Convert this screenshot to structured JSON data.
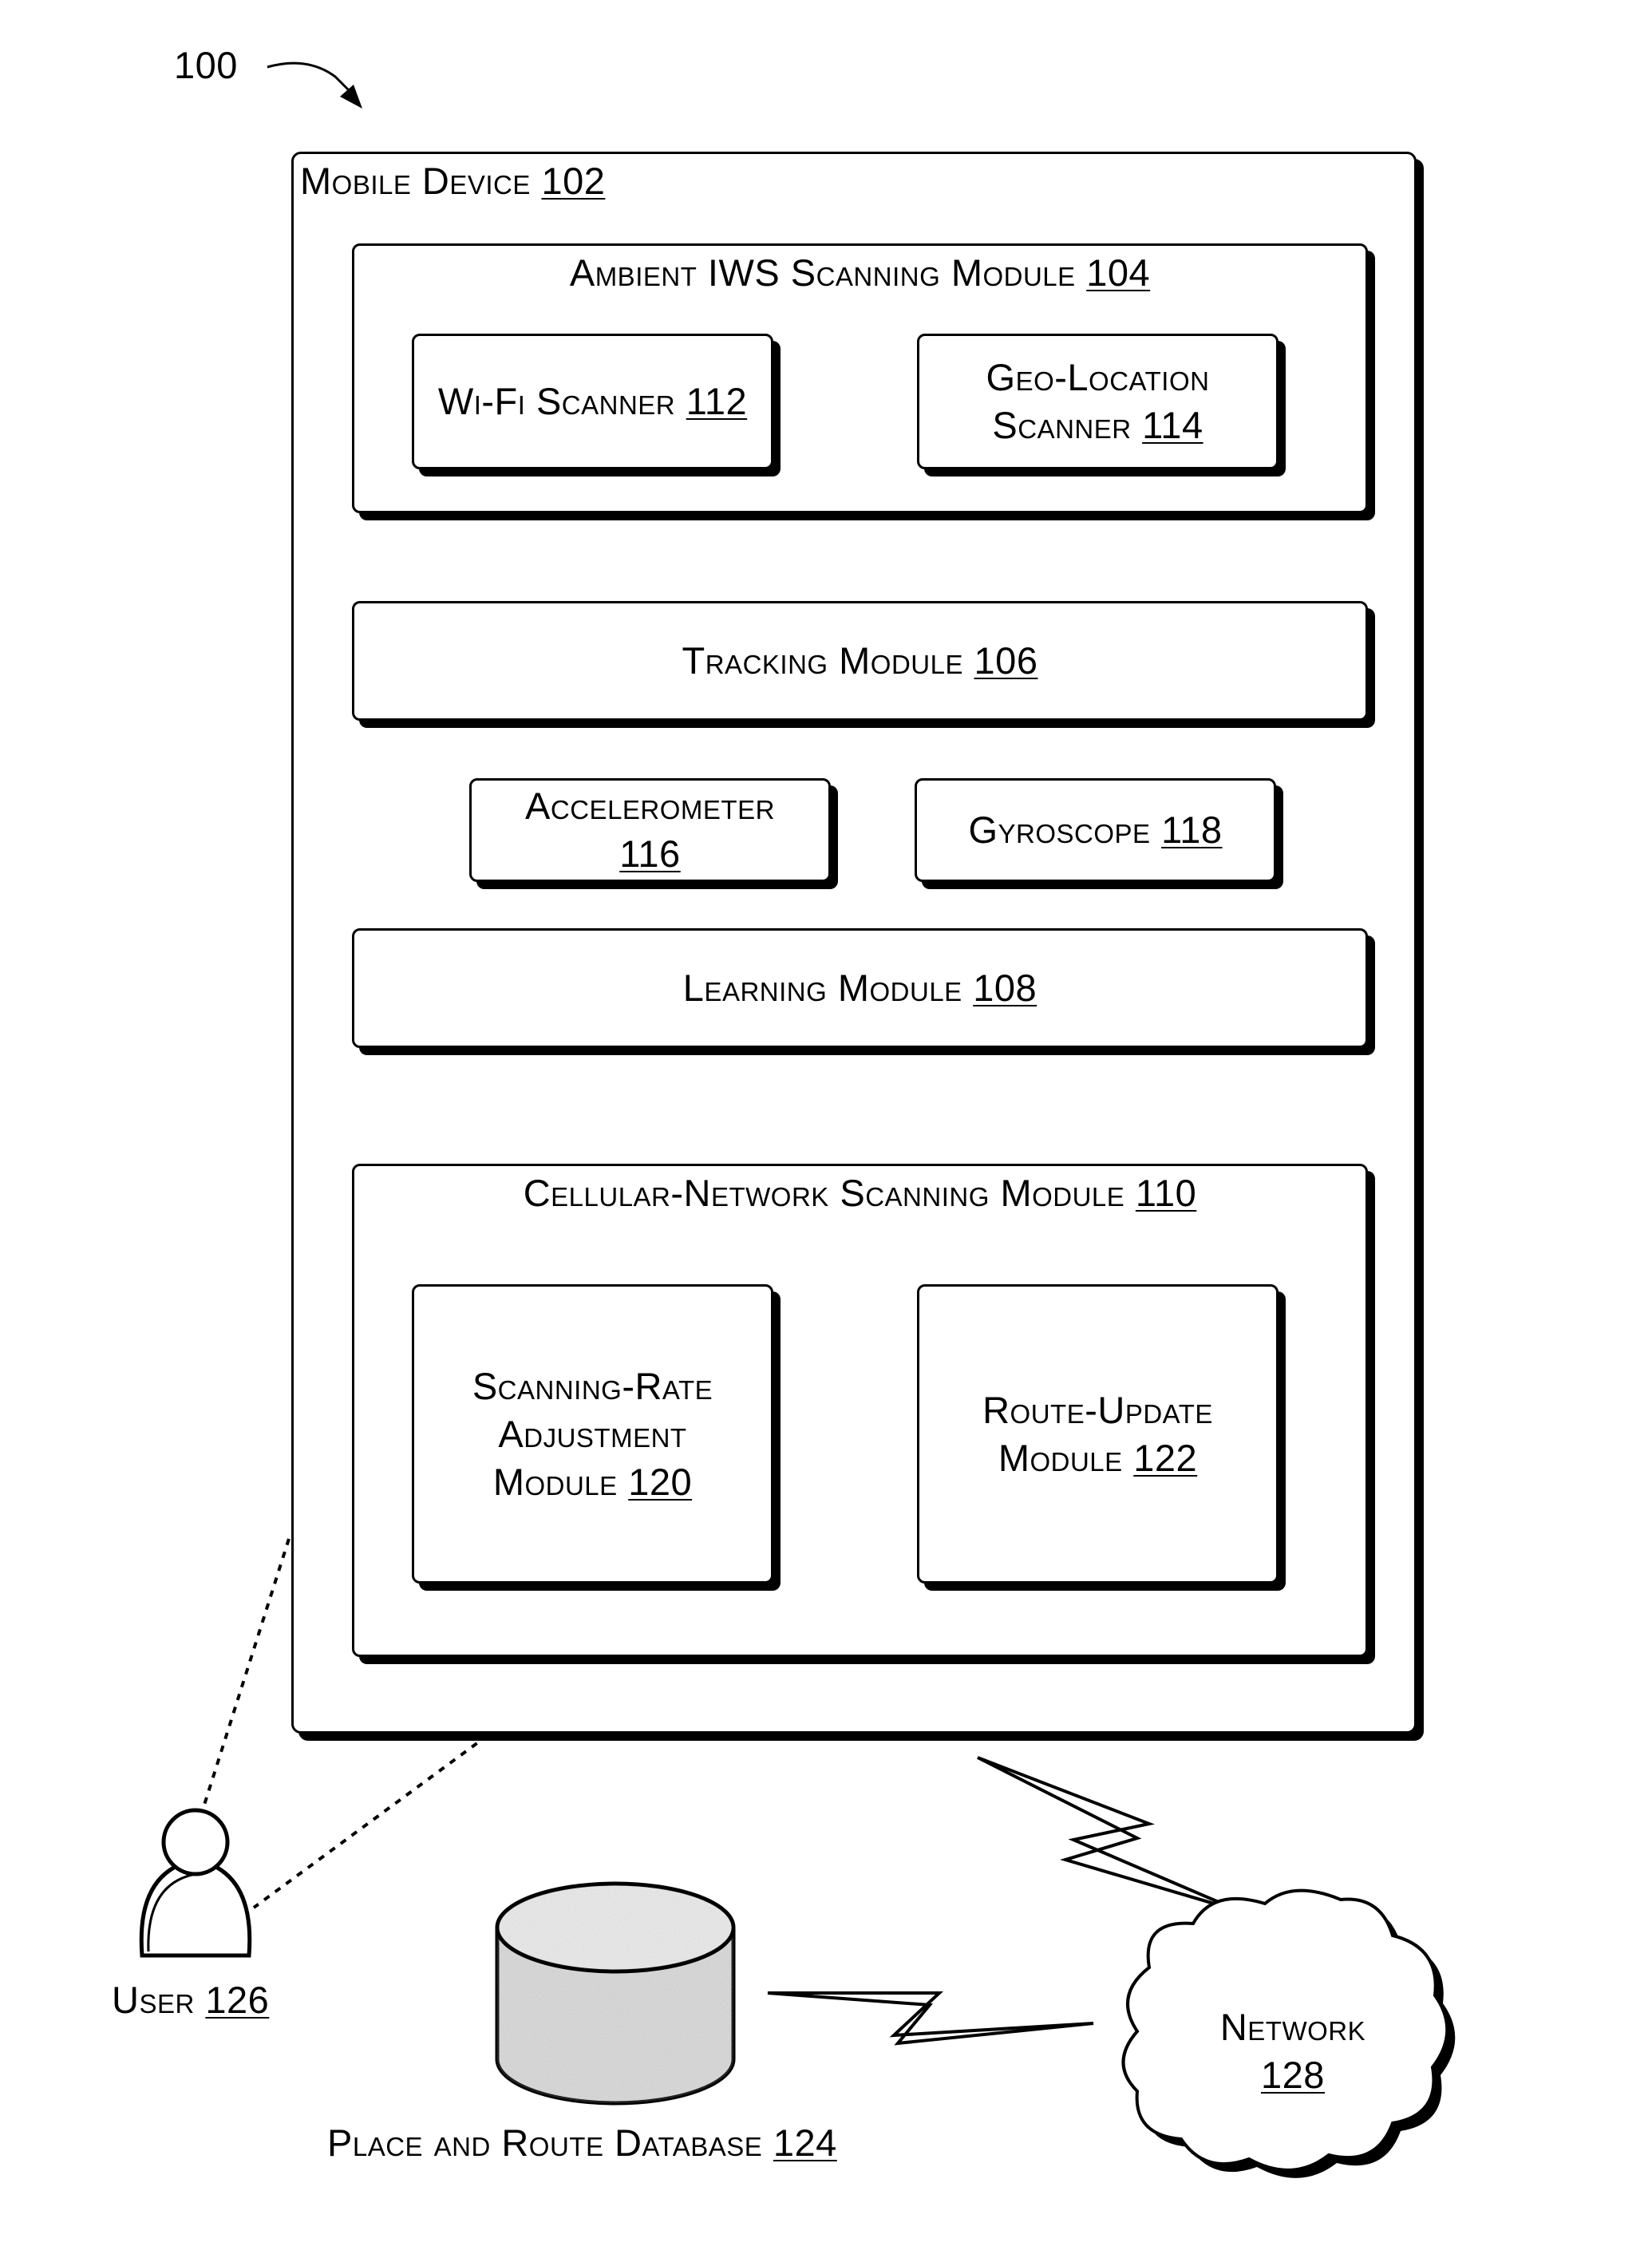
{
  "figure": {
    "ref": "100"
  },
  "mobile_device": {
    "name": "Mobile Device",
    "ref": "102"
  },
  "ambient_module": {
    "name": "Ambient IWS Scanning Module",
    "ref": "104"
  },
  "wifi_scanner": {
    "name": "Wi-Fi Scanner",
    "ref": "112"
  },
  "geo_scanner": {
    "line1": "Geo-Location",
    "line2": "Scanner",
    "ref": "114"
  },
  "tracking_module": {
    "name": "Tracking Module",
    "ref": "106"
  },
  "accelerometer": {
    "name": "Accelerometer",
    "ref": "116"
  },
  "gyroscope": {
    "name": "Gyroscope",
    "ref": "118"
  },
  "learning_module": {
    "name": "Learning Module",
    "ref": "108"
  },
  "cellular_module": {
    "name": "Cellular-Network Scanning Module",
    "ref": "110"
  },
  "scanning_rate_module": {
    "line1": "Scanning-Rate",
    "line2": "Adjustment",
    "line3": "Module",
    "ref": "120"
  },
  "route_update_module": {
    "line1": "Route-Update",
    "line2": "Module",
    "ref": "122"
  },
  "user": {
    "name": "User",
    "ref": "126"
  },
  "database": {
    "name": "Place and Route Database",
    "ref": "124"
  },
  "network": {
    "name": "Network",
    "ref": "128"
  }
}
